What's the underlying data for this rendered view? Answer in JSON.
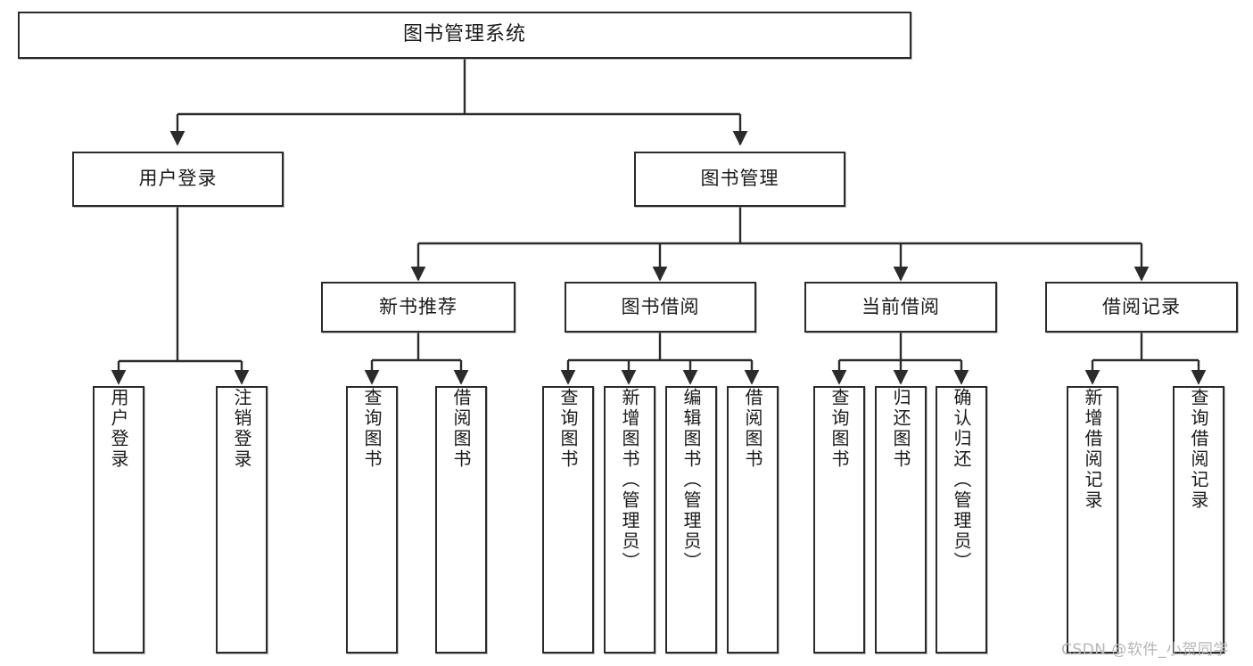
{
  "diagram": {
    "title": "图书管理系统",
    "type": "tree-hierarchy-diagram",
    "watermark": "CSDN @软件_小贺同学",
    "colors": {
      "box_border": "#2b2b2b",
      "box_fill": "#ffffff",
      "edge": "#2b2b2b",
      "text": "#1b1b1b",
      "watermark": "#b6b6b6",
      "background": "#ffffff"
    },
    "root": {
      "label": "图书管理系统"
    },
    "level2": [
      {
        "label": "用户登录"
      },
      {
        "label": "图书管理"
      }
    ],
    "level3": [
      {
        "label": "新书推荐"
      },
      {
        "label": "图书借阅"
      },
      {
        "label": "当前借阅"
      },
      {
        "label": "借阅记录"
      }
    ],
    "leaves": {
      "user_login": [
        {
          "label": "用户登录"
        },
        {
          "label": "注销登录"
        }
      ],
      "new_book_recommend": [
        {
          "label": "查询图书"
        },
        {
          "label": "借阅图书"
        }
      ],
      "book_borrow": [
        {
          "label": "查询图书"
        },
        {
          "label": "新增图书（管理员）"
        },
        {
          "label": "编辑图书（管理员）"
        },
        {
          "label": "借阅图书"
        }
      ],
      "current_borrow": [
        {
          "label": "查询图书"
        },
        {
          "label": "归还图书"
        },
        {
          "label": "确认归还（管理员）"
        }
      ],
      "borrow_record": [
        {
          "label": "新增借阅记录"
        },
        {
          "label": "查询借阅记录"
        }
      ]
    }
  }
}
